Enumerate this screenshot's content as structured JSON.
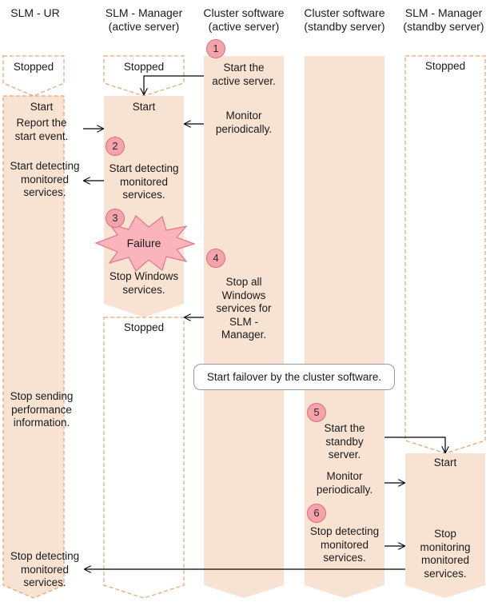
{
  "columns": [
    {
      "line1": "SLM - UR",
      "line2": ""
    },
    {
      "line1": "SLM - Manager",
      "line2": "(active server)"
    },
    {
      "line1": "Cluster software",
      "line2": "(active server)"
    },
    {
      "line1": "Cluster software",
      "line2": "(standby server)"
    },
    {
      "line1": "SLM - Manager",
      "line2": "(standby server)"
    }
  ],
  "states": {
    "ur_stopped": "Stopped",
    "mgr_active_stopped": "Stopped",
    "mgr_active_stopped_after": "Stopped",
    "mgr_standby_stopped": "Stopped",
    "ur_start": "Start",
    "mgr_active_start": "Start",
    "mgr_standby_start": "Start"
  },
  "labels": {
    "start_active": [
      "Start the",
      "active server."
    ],
    "monitor_periodically_1": [
      "Monitor",
      "periodically."
    ],
    "report_start": [
      "Report the",
      "start event."
    ],
    "ur_start_detecting": [
      "Start detecting",
      "monitored",
      "services."
    ],
    "mgr_start_detecting": [
      "Start detecting",
      "monitored",
      "services."
    ],
    "failure": "Failure",
    "stop_windows": [
      "Stop Windows",
      "services."
    ],
    "stop_all_windows": [
      "Stop all",
      "Windows",
      "services for",
      "SLM -",
      "Manager."
    ],
    "failover_note": "Start failover by the cluster software.",
    "stop_sending": [
      "Stop sending",
      "performance",
      "information."
    ],
    "start_standby": [
      "Start the",
      "standby",
      "server."
    ],
    "monitor_periodically_2": [
      "Monitor",
      "periodically."
    ],
    "stop_detecting_cluster": [
      "Stop detecting",
      "monitored",
      "services."
    ],
    "stop_monitoring_mgr": [
      "Stop",
      "monitoring",
      "monitored",
      "services."
    ],
    "ur_stop_detecting": [
      "Stop detecting",
      "monitored",
      "services."
    ]
  },
  "steps": [
    "1",
    "2",
    "3",
    "4",
    "5",
    "6"
  ],
  "colors": {
    "lane_fill": "#f8e3d3",
    "lane_dash": "#e9a26d",
    "badge_fill": "#f5a3ab",
    "failure_fill": "#fbb4bb",
    "failure_stroke": "#e07a85",
    "arrow": "#000000"
  }
}
